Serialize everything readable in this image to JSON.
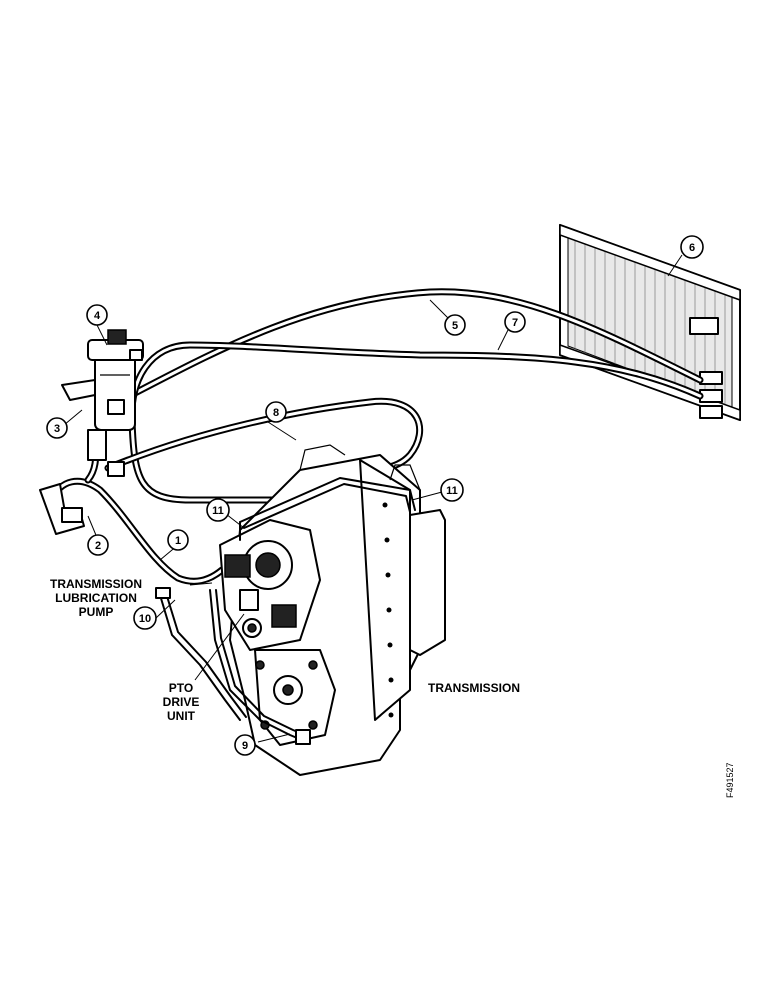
{
  "labels": {
    "transmission_lubrication_pump": [
      "TRANSMISSION",
      "LUBRICATION",
      "PUMP"
    ],
    "pto_drive_unit": [
      "PTO",
      "DRIVE",
      "UNIT"
    ],
    "transmission": "TRANSMISSION",
    "figure_code": "F491527"
  },
  "callouts": [
    "1",
    "2",
    "3",
    "4",
    "5",
    "6",
    "7",
    "8",
    "9",
    "10",
    "11",
    "11"
  ]
}
